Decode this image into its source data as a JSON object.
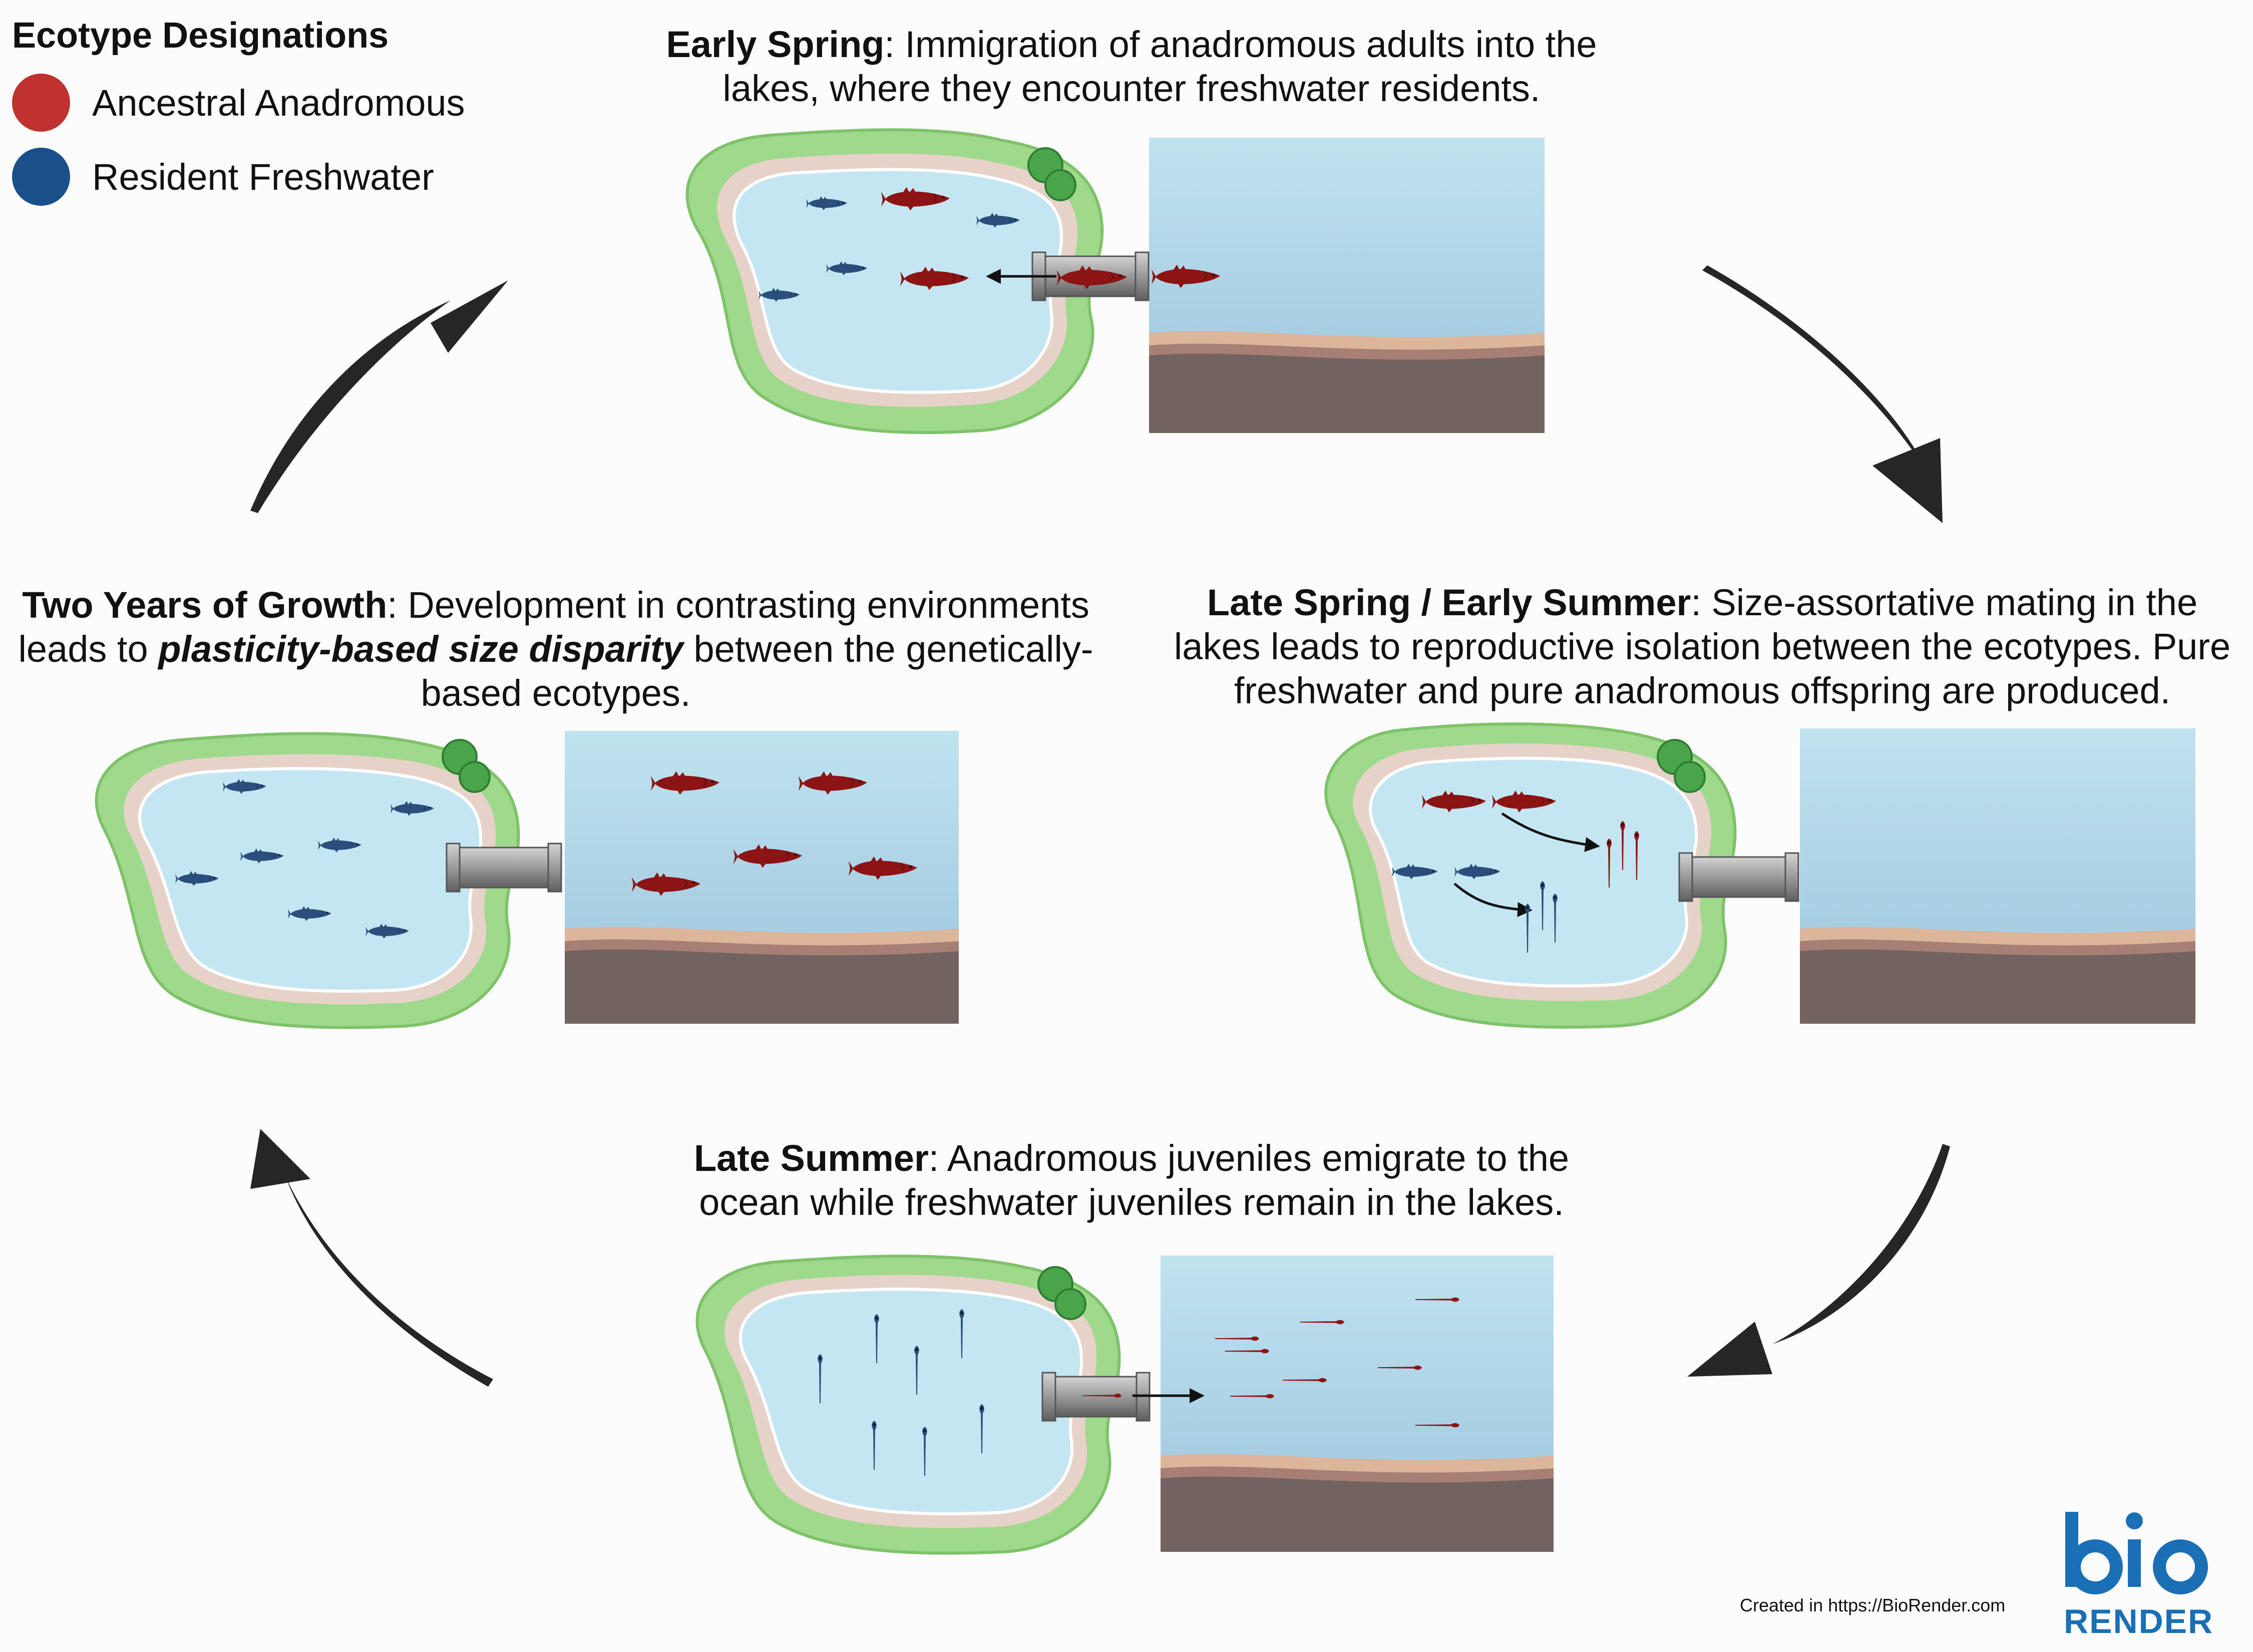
{
  "legend": {
    "title": "Ecotype Designations",
    "items": [
      {
        "label": "Ancestral Anadromous",
        "color": "#c0322f"
      },
      {
        "label": "Resident Freshwater",
        "color": "#1b4f8a"
      }
    ]
  },
  "stages": {
    "early_spring": {
      "title": "Early Spring",
      "desc": ": Immigration of anadromous adults into the lakes, where they encounter freshwater residents."
    },
    "late_spring": {
      "title": "Late Spring / Early Summer",
      "desc": ": Size-assortative mating in the lakes leads to reproductive isolation between the ecotypes. Pure freshwater and pure anadromous offspring are produced."
    },
    "late_summer": {
      "title": "Late Summer",
      "desc": ": Anadromous juveniles emigrate to the ocean while freshwater juveniles remain in the lakes."
    },
    "two_years": {
      "title": "Two Years of Growth",
      "desc_before": ": Development in contrasting environments leads to ",
      "emphasis": "plasticity-based size disparity",
      "desc_after": " between the genetically-based ecotypes."
    }
  },
  "colors": {
    "anadromous": "#8c1414",
    "freshwater": "#2b4f7c",
    "lake_water": "#c4e6f2",
    "lake_shore": "#e7d2c9",
    "grass": "#9fd98c",
    "ocean_top": "#bfe3ef",
    "ocean_bottom": "#9cc3dd",
    "sediment": "#736360",
    "arrow": "#262626"
  },
  "footer": {
    "credit": "Created in  https://BioRender.com",
    "logo_top": "bio",
    "logo_bottom": "RENDER"
  }
}
